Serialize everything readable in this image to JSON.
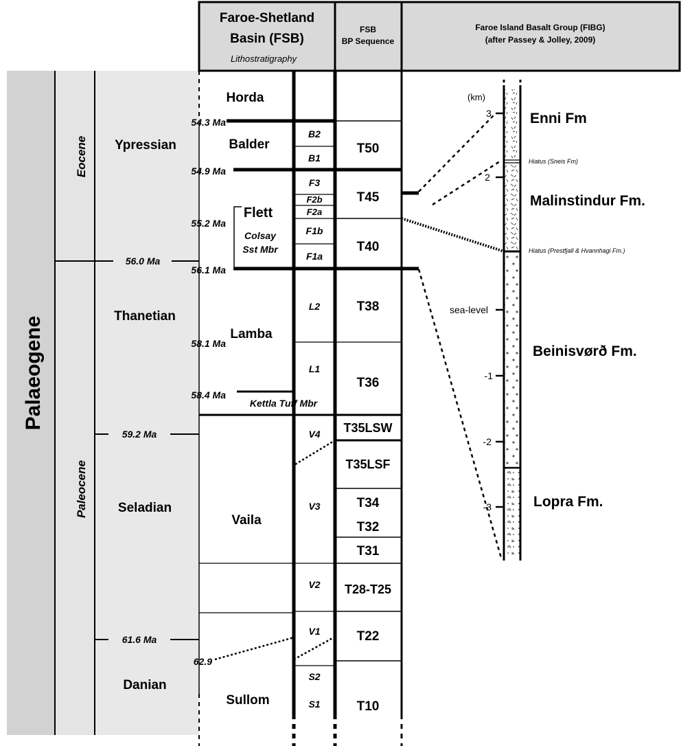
{
  "header": {
    "fsb_title_1": "Faroe-Shetland",
    "fsb_title_2": "Basin (FSB)",
    "fsb_subtitle": "Lithostratigraphy",
    "bp_title_1": "FSB",
    "bp_title_2": "BP Sequence",
    "fibg_title_1": "Faroe Island Basalt Group (FIBG)",
    "fibg_title_2": "(after Passey & Jolley, 2009)"
  },
  "colors": {
    "header_bg": "#d9d9d9",
    "period_bg": "#d2d2d2",
    "epoch_bg": "#e4e4e4",
    "line": "#000000"
  },
  "chronostratigraphy": {
    "period": "Palaeogene",
    "epochs": [
      "Eocene",
      "Paleocene"
    ],
    "stages": [
      "Ypressian",
      "Thanetian",
      "Seladian",
      "Danian"
    ],
    "ages": [
      "54.3 Ma",
      "54.9 Ma",
      "55.2 Ma",
      "56.0 Ma",
      "56.1 Ma",
      "58.1 Ma",
      "58.4 Ma",
      "59.2 Ma",
      "61.6 Ma",
      "62.9"
    ]
  },
  "lithostratigraphy": {
    "groups": [
      "Horda",
      "Balder",
      "Lamba",
      "Vaila",
      "Sullom"
    ],
    "flett": "Flett",
    "colsay_1": "Colsay",
    "colsay_2": "Sst Mbr",
    "kettla": "Kettla Tuff Mbr",
    "units": [
      "B2",
      "B1",
      "F3",
      "F2b",
      "F2a",
      "F1b",
      "F1a",
      "L2",
      "L1",
      "V4",
      "V3",
      "V2",
      "V1",
      "S2",
      "S1"
    ]
  },
  "bp_sequence": [
    "T50",
    "T45",
    "T40",
    "T38",
    "T36",
    "T35LSW",
    "T35LSF",
    "T34",
    "T32",
    "T31",
    "T28-T25",
    "T22",
    "T10"
  ],
  "fibg": {
    "unit": "(km)",
    "scale": [
      "3",
      "2",
      "sea-level",
      "-1",
      "-2",
      "-3"
    ],
    "formations": [
      "Enni Fm",
      "Malinstindur Fm.",
      "Beinisvørð Fm.",
      "Lopra Fm."
    ],
    "hiatuses": [
      "Hiatus (Sneis Fm)",
      "Hiatus (Prestfjall & Hvannhagi Fm.)"
    ]
  }
}
